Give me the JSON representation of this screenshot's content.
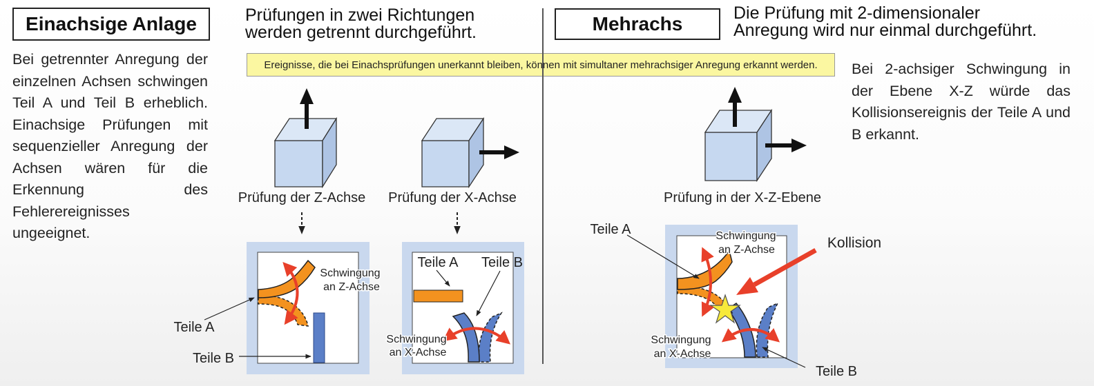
{
  "left": {
    "box_title": "Einachsige Anlage",
    "heading": [
      "Prüfungen in zwei Richtungen",
      "werden getrennt durchgeführt."
    ],
    "paragraph": "Bei getrennter Anregung der einzelnen Achsen schwingen Teil A und Teil B erheblich. Einachsige Prüfungen mit sequenzieller Anregung der Achsen wären für die Erkennung des Fehlerereignisses ungeeignet.",
    "z_test_label": "Prüfung der Z-Achse",
    "x_test_label": "Prüfung der X-Achse",
    "z_panel": {
      "vibration_line1": "Schwingung",
      "vibration_line2": "an Z-Achse",
      "part_a": "Teile A",
      "part_b": "Teile B"
    },
    "x_panel": {
      "part_a": "Teile A",
      "part_b": "Teile B",
      "vibration_line1": "Schwingung",
      "vibration_line2": "an X-Achse"
    }
  },
  "notice": "Ereignisse, die bei Einachsprüfungen unerkannt bleiben, können mit simultaner mehrachsiger Anregung erkannt werden.",
  "right": {
    "box_title": "Mehrachs",
    "heading": [
      "Die Prüfung mit 2-dimensionaler",
      "Anregung wird nur einmal durchgeführt."
    ],
    "paragraph": "Bei 2-achsiger Schwingung in der Ebene X-Z würde das Kollisionsereignis der Teile A und B erkannt.",
    "xz_test_label": "Prüfung in der X-Z-Ebene",
    "panel": {
      "part_a": "Teile A",
      "z_vibration_line1": "Schwingung",
      "z_vibration_line2": "an Z-Achse",
      "collision": "Kollision",
      "x_vibration_line1": "Schwingung",
      "x_vibration_line2": "an X-Achse",
      "part_b": "Teile B"
    }
  },
  "colors": {
    "cube_face": "#c6d8f0",
    "panel_border": "#c9d8ee",
    "part_a_fill": "#f3921f",
    "part_b_fill": "#5b7fc7",
    "arrow_red": "#e8402a",
    "notice_bg": "#fbf7a1",
    "star_fill": "#f7ea3a"
  }
}
